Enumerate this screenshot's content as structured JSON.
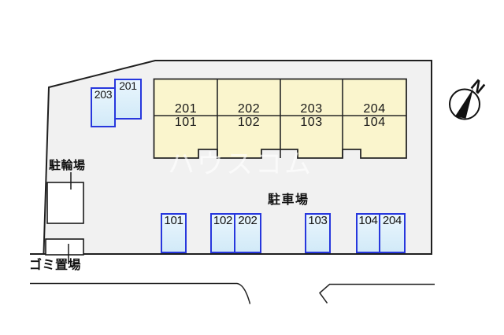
{
  "building": {
    "units": [
      {
        "upper": "201",
        "lower": "101"
      },
      {
        "upper": "202",
        "lower": "102"
      },
      {
        "upper": "203",
        "lower": "103"
      },
      {
        "upper": "204",
        "lower": "104"
      }
    ]
  },
  "annex_boxes": [
    {
      "label": "203"
    },
    {
      "label": "201"
    }
  ],
  "labels": {
    "bicycle_parking": "駐輪場",
    "garbage_area": "ゴミ置場",
    "car_parking": "駐車場"
  },
  "parking_spaces": [
    {
      "label": "101"
    },
    {
      "label": "102"
    },
    {
      "label": "202"
    },
    {
      "label": "103"
    },
    {
      "label": "104"
    },
    {
      "label": "204"
    }
  ],
  "compass": {
    "label": "N"
  },
  "watermark": "ハウスコム",
  "colors": {
    "site_fill": "#f1f1f1",
    "building_fill": "#faf5cd",
    "space_fill": "#d7edfa",
    "space_border": "#2737dd",
    "line": "#1f1f1f"
  }
}
